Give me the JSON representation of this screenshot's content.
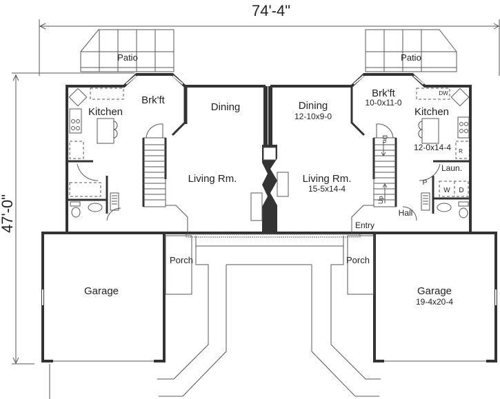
{
  "dimensions": {
    "overall_width": "74'-4\"",
    "overall_depth": "47'-0\""
  },
  "left_unit": {
    "patio": "Patio",
    "kitchen": "Kitchen",
    "breakfast": "Brk'ft",
    "dining": "Dining",
    "living": "Living Rm.",
    "porch": "Porch",
    "garage": "Garage"
  },
  "right_unit": {
    "patio": "Patio",
    "breakfast": "Brk'ft",
    "breakfast_size": "10-0x11-0",
    "kitchen": "Kitchen",
    "kitchen_size": "12-0x14-4",
    "dining": "Dining",
    "dining_size": "12-10x9-0",
    "living": "Living Rm.",
    "living_size": "15-5x14-4",
    "laundry": "Laun.",
    "pantry": "P",
    "washer": "W",
    "dryer": "D",
    "dishwasher": "DW",
    "refrigerator": "R",
    "hall": "Hall",
    "entry": "Entry",
    "stairs_down": "Dn",
    "stairs_up": "Up",
    "porch": "Porch",
    "garage": "Garage",
    "garage_size": "19-4x20-4"
  }
}
